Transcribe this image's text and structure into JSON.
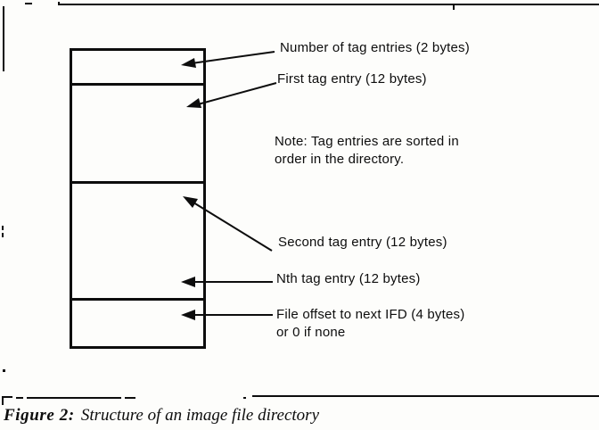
{
  "page": {
    "paper_color": "#fdfdfb",
    "ink_color": "#0d0d0d"
  },
  "annotations": {
    "num_entries": "Number of tag entries (2 bytes)",
    "first_entry": "First tag entry (12 bytes)",
    "note_line1": "Note: Tag entries are sorted in",
    "note_line2": "order in the directory.",
    "second_entry": "Second tag entry (12 bytes)",
    "nth_entry": "Nth tag entry (12 bytes)",
    "file_offset_line1": "File offset to next IFD (4 bytes)",
    "file_offset_line2": "or 0 if none"
  },
  "caption": {
    "label": "Figure 2:",
    "text": "Structure of an image file directory"
  }
}
